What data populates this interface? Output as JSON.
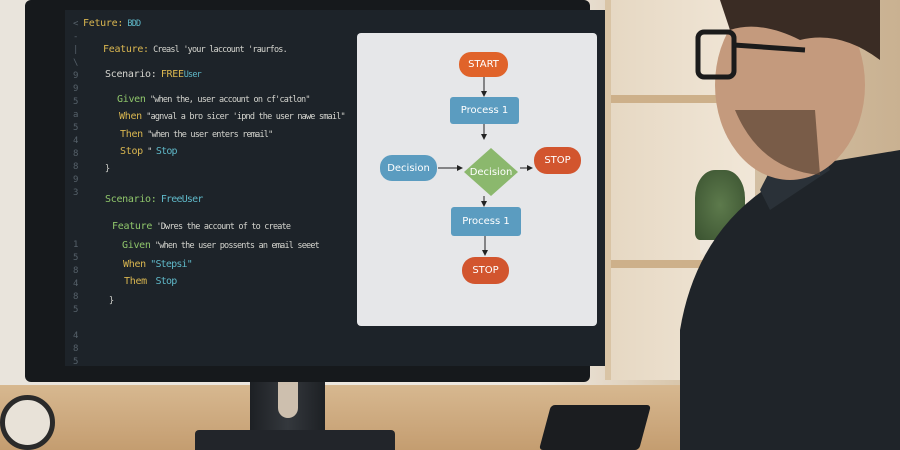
{
  "code_editor": {
    "lines": [
      {
        "kw": "Feture:",
        "text": "BDD"
      },
      {
        "kw": "Feature:",
        "text": "Creasl 'your laccount 'raurfos."
      },
      {
        "kw": "Scenario:",
        "text_a": "FREE",
        "text_b": "User"
      },
      {
        "kw": "Given",
        "text": "\"when the, user account on cf'catlon\""
      },
      {
        "kw": "When",
        "text": "\"agnval a bro sicer 'ipnd the user nawe smail\""
      },
      {
        "kw": "Then",
        "text": "\"when the user enters remail\""
      },
      {
        "kw": "Stop",
        "text_a": "\"",
        "text_b": "Stop"
      },
      {
        "text": "}"
      },
      {
        "kw": "Scenario:",
        "text": "FreeUser"
      },
      {
        "kw": "Feature",
        "text": "'Dwres the account of to create"
      },
      {
        "kw": "Given",
        "text": "\"when the user possents an email seeet"
      },
      {
        "kw": "When",
        "text": "\"Stepsi\""
      },
      {
        "kw": "Them",
        "text": "Stop"
      },
      {
        "text": "}"
      }
    ]
  },
  "flowchart": {
    "start": "START",
    "process_1": "Process 1",
    "decision_center": "Decision",
    "decision_left": "Decision",
    "stop_right": "STOP",
    "process_2": "Process 1",
    "stop_bottom": "STOP"
  }
}
